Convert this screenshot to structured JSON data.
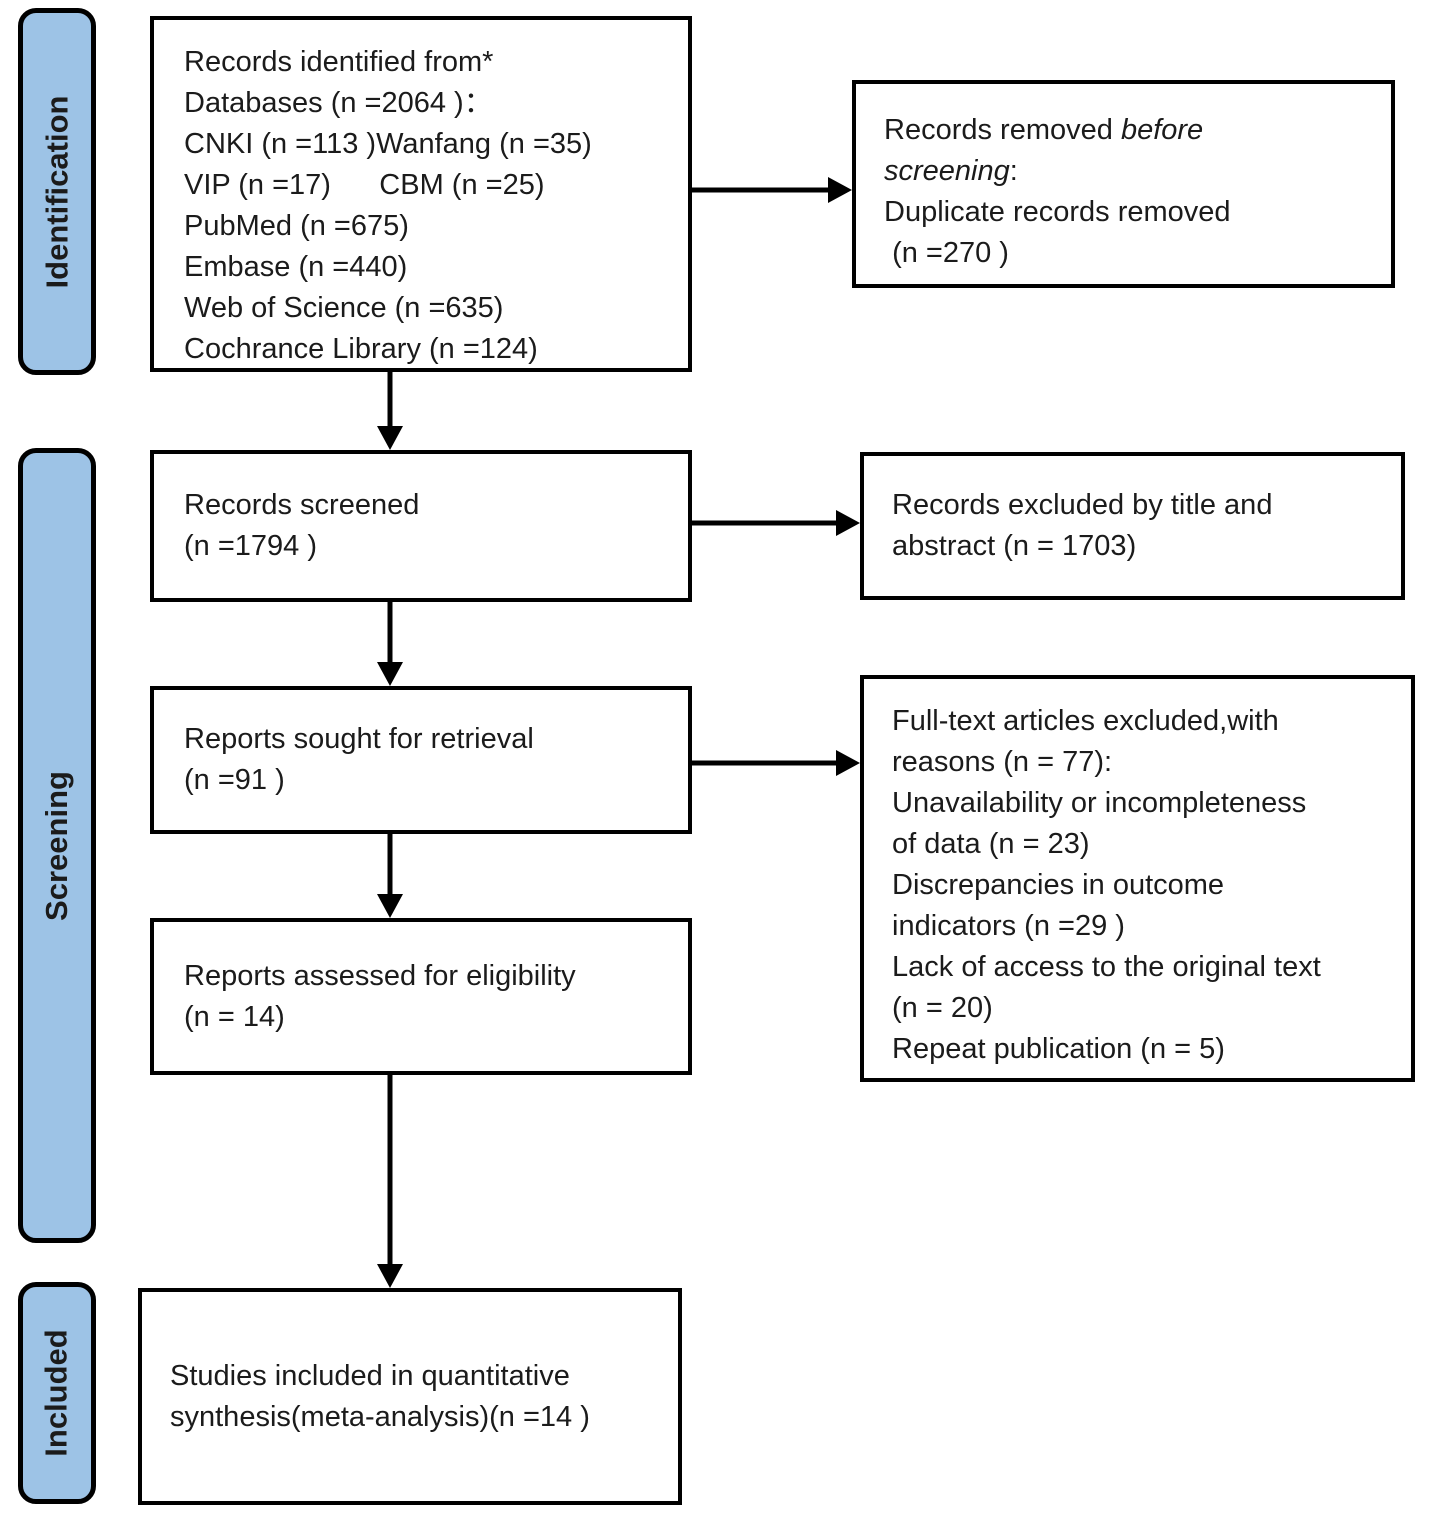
{
  "diagram": {
    "type": "prisma-flow",
    "colors": {
      "stage_fill": "#9DC3E6",
      "border": "#000000",
      "text": "#1B1B1B",
      "background": "#FFFFFF"
    },
    "stages": [
      {
        "label": "Identification"
      },
      {
        "label": "Screening"
      },
      {
        "label": "Included"
      }
    ],
    "boxes": {
      "identified": {
        "lines": [
          "Records identified from*",
          "Databases (n =2064 )：",
          "CNKI (n =113 )Wanfang (n =35)",
          "VIP (n =17)      CBM (n =25)",
          "PubMed (n =675)",
          "Embase (n =440)",
          "Web of Science (n =635)",
          "Cochrance Library (n =124)"
        ]
      },
      "removed_before_screening": {
        "lines": [
          [
            {
              "t": "Records removed "
            },
            {
              "t": "before",
              "i": true
            }
          ],
          [
            {
              "t": "screening",
              "i": true
            },
            {
              "t": ":"
            }
          ],
          [
            {
              "t": "Duplicate records removed"
            }
          ],
          [
            {
              "t": " (n =270 )"
            }
          ]
        ]
      },
      "screened": {
        "lines": [
          "Records screened",
          "(n =1794 )"
        ]
      },
      "excluded_title_abstract": {
        "lines": [
          "Records excluded by title and",
          "abstract (n = 1703)"
        ]
      },
      "sought_retrieval": {
        "lines": [
          "Reports sought for retrieval",
          "(n =91 )"
        ]
      },
      "fulltext_excluded": {
        "lines": [
          "Full-text articles excluded,with",
          "reasons (n = 77):",
          "Unavailability or incompleteness",
          "of data (n = 23)",
          "Discrepancies in outcome",
          "indicators (n =29 )",
          "Lack of access to the original text",
          "(n = 20)",
          "Repeat publication (n = 5)"
        ]
      },
      "assessed_eligibility": {
        "lines": [
          "Reports assessed for eligibility",
          "(n = 14)"
        ]
      },
      "included_quantitative": {
        "lines": [
          "Studies included in quantitative",
          "synthesis(meta-analysis)(n =14 )"
        ]
      }
    }
  }
}
